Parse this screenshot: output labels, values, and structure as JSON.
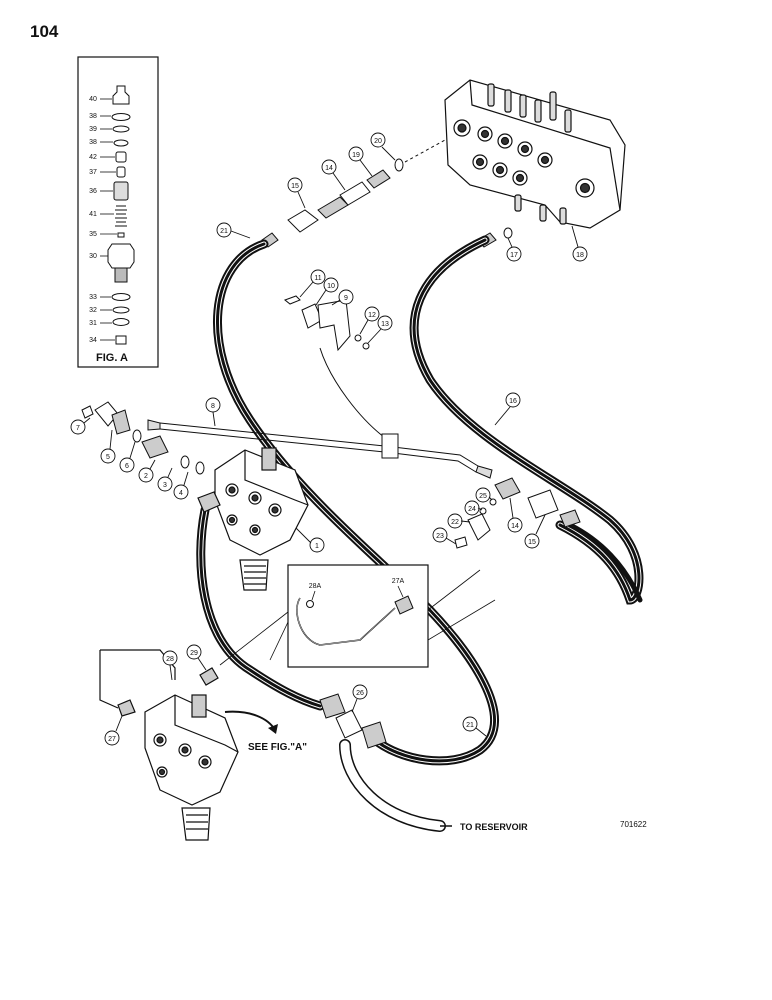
{
  "page": {
    "number": "104"
  },
  "figure_a": {
    "caption": "FIG. A",
    "items": [
      "40",
      "38",
      "39",
      "38",
      "42",
      "37",
      "36",
      "41",
      "35",
      "30",
      "33",
      "32",
      "31",
      "34"
    ]
  },
  "inset": {
    "items": [
      "28A",
      "27A"
    ]
  },
  "callouts": [
    "1",
    "2",
    "3",
    "4",
    "5",
    "6",
    "7",
    "8",
    "9",
    "10",
    "11",
    "12",
    "13",
    "14",
    "15",
    "16",
    "17",
    "18",
    "19",
    "20",
    "21",
    "21",
    "22",
    "23",
    "24",
    "25",
    "14",
    "15",
    "26",
    "27",
    "28",
    "29"
  ],
  "notes": {
    "see_fig_a": "SEE FIG.\"A\"",
    "to_reservoir": "TO RESERVOIR",
    "drawing_code": "701622"
  }
}
